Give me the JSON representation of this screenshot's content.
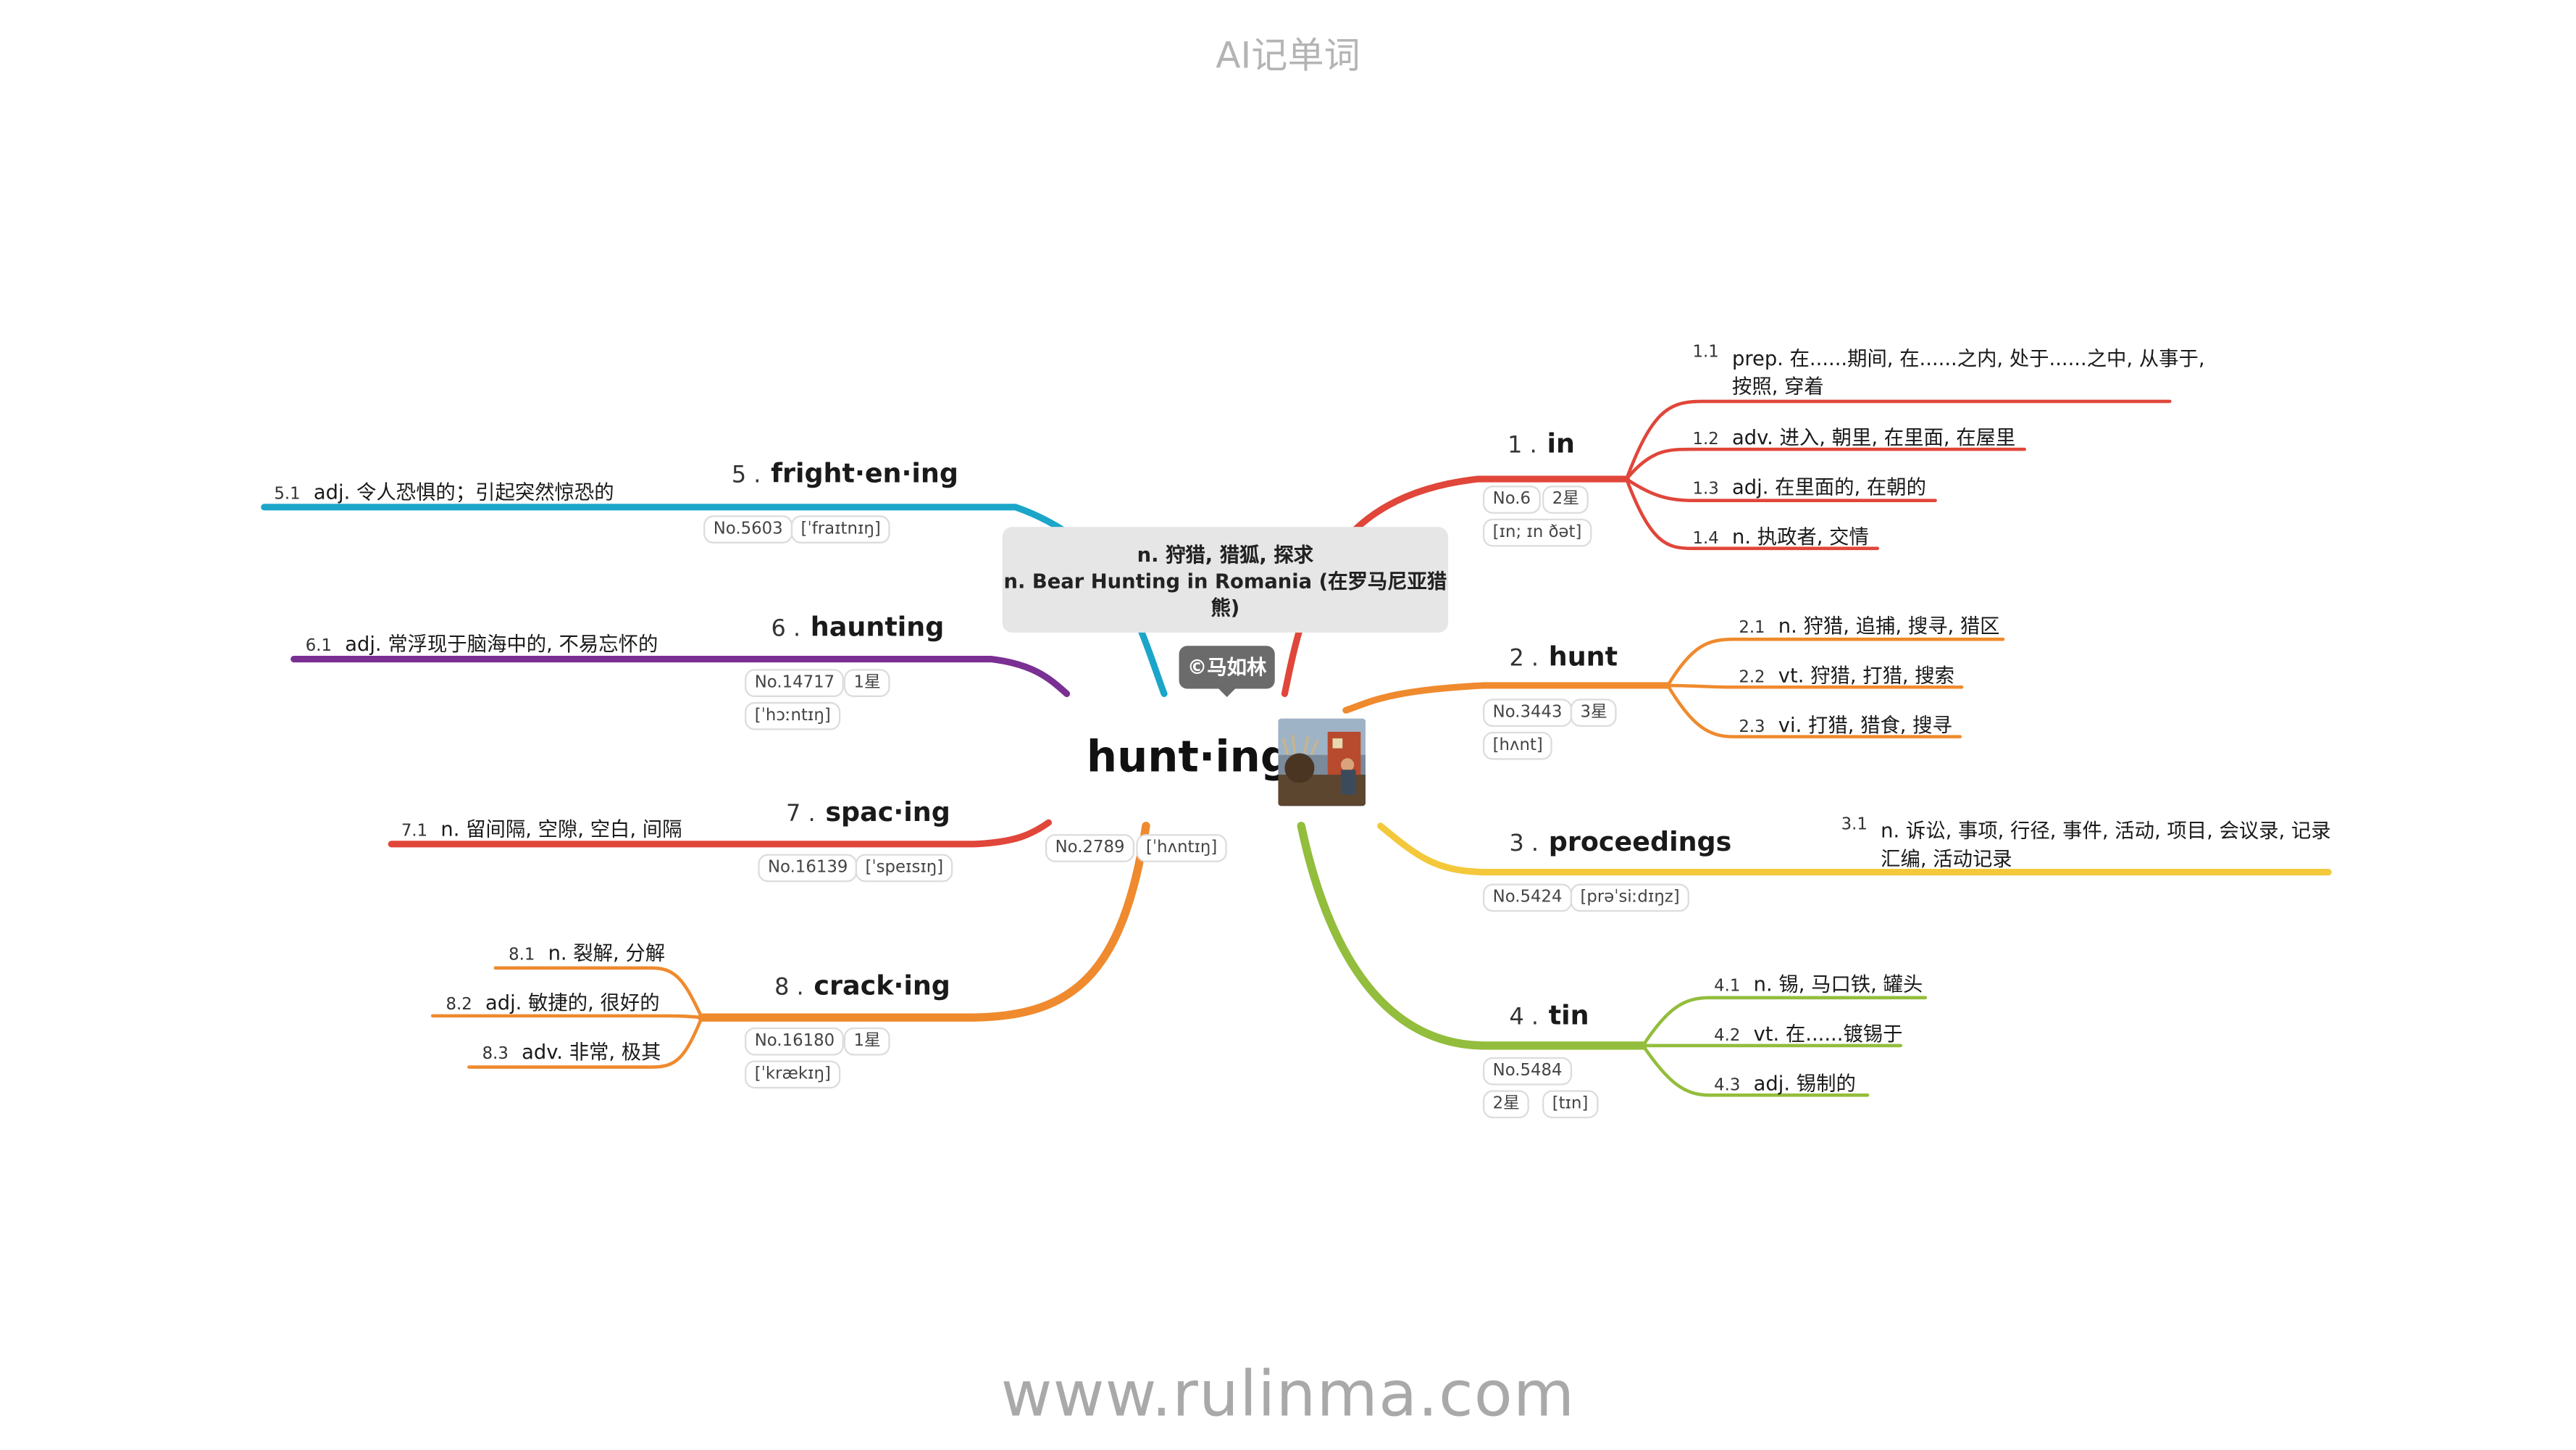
{
  "header": "AI记单词",
  "footer": "www.rulinma.com",
  "center": {
    "word": "hunt·ing",
    "meaning_lines": [
      "n. 狩猎, 猎狐, 探求",
      "n. Bear Hunting in Romania (在罗马尼亚猎熊)"
    ],
    "copyright": "©马如林",
    "no": "No.2789",
    "phonetic": "[ˈhʌntɪŋ]"
  },
  "colors": {
    "b1": "#e0463a",
    "b2": "#ef8a2e",
    "b3": "#f3c83a",
    "b4": "#93bd3c",
    "b5": "#1ba6c9",
    "b6": "#7a2f92",
    "b7": "#e0463a",
    "b8": "#ef8a2e"
  },
  "branches": [
    {
      "num": "1 .",
      "word": "in",
      "tags": [
        "No.6",
        "2星",
        "[ɪn; ɪn ðət]"
      ],
      "defs": [
        {
          "num": "1.1",
          "text": [
            "prep. 在......期间, 在......之内, 处于......之中, 从事于,",
            "按照, 穿着"
          ]
        },
        {
          "num": "1.2",
          "text": [
            "adv. 进入, 朝里, 在里面, 在屋里"
          ]
        },
        {
          "num": "1.3",
          "text": [
            "adj. 在里面的, 在朝的"
          ]
        },
        {
          "num": "1.4",
          "text": [
            "n. 执政者, 交情"
          ]
        }
      ]
    },
    {
      "num": "2 .",
      "word": "hunt",
      "tags": [
        "No.3443",
        "3星",
        "[hʌnt]"
      ],
      "defs": [
        {
          "num": "2.1",
          "text": [
            "n. 狩猎, 追捕, 搜寻, 猎区"
          ]
        },
        {
          "num": "2.2",
          "text": [
            "vt. 狩猎, 打猎, 搜索"
          ]
        },
        {
          "num": "2.3",
          "text": [
            "vi. 打猎, 猎食, 搜寻"
          ]
        }
      ]
    },
    {
      "num": "3 .",
      "word": "proceedings",
      "tags": [
        "No.5424",
        "[prəˈsiːdɪŋz]"
      ],
      "defs": [
        {
          "num": "3.1",
          "text": [
            "n. 诉讼, 事项, 行径, 事件, 活动, 项目, 会议录, 记录",
            "汇编, 活动记录"
          ]
        }
      ]
    },
    {
      "num": "4 .",
      "word": "tin",
      "tags": [
        "No.5484",
        "2星",
        "[tɪn]"
      ],
      "defs": [
        {
          "num": "4.1",
          "text": [
            "n. 锡, 马口铁, 罐头"
          ]
        },
        {
          "num": "4.2",
          "text": [
            "vt. 在......镀锡于"
          ]
        },
        {
          "num": "4.3",
          "text": [
            "adj. 锡制的"
          ]
        }
      ]
    },
    {
      "num": "5 .",
      "word": "fright·en·ing",
      "tags": [
        "No.5603",
        "[ˈfraɪtnɪŋ]"
      ],
      "defs": [
        {
          "num": "5.1",
          "text": [
            "adj. 令人恐惧的；引起突然惊恐的"
          ]
        }
      ]
    },
    {
      "num": "6 .",
      "word": "haunting",
      "tags": [
        "No.14717",
        "1星",
        "[ˈhɔːntɪŋ]"
      ],
      "defs": [
        {
          "num": "6.1",
          "text": [
            "adj. 常浮现于脑海中的, 不易忘怀的"
          ]
        }
      ]
    },
    {
      "num": "7 .",
      "word": "spac·ing",
      "tags": [
        "No.16139",
        "[ˈspeɪsɪŋ]"
      ],
      "defs": [
        {
          "num": "7.1",
          "text": [
            "n. 留间隔, 空隙, 空白, 间隔"
          ]
        }
      ]
    },
    {
      "num": "8 .",
      "word": "crack·ing",
      "tags": [
        "No.16180",
        "1星",
        "[ˈkrækɪŋ]"
      ],
      "defs": [
        {
          "num": "8.1",
          "text": [
            "n. 裂解, 分解"
          ]
        },
        {
          "num": "8.2",
          "text": [
            "adj. 敏捷的, 很好的"
          ]
        },
        {
          "num": "8.3",
          "text": [
            "adv. 非常, 极其"
          ]
        }
      ]
    }
  ]
}
